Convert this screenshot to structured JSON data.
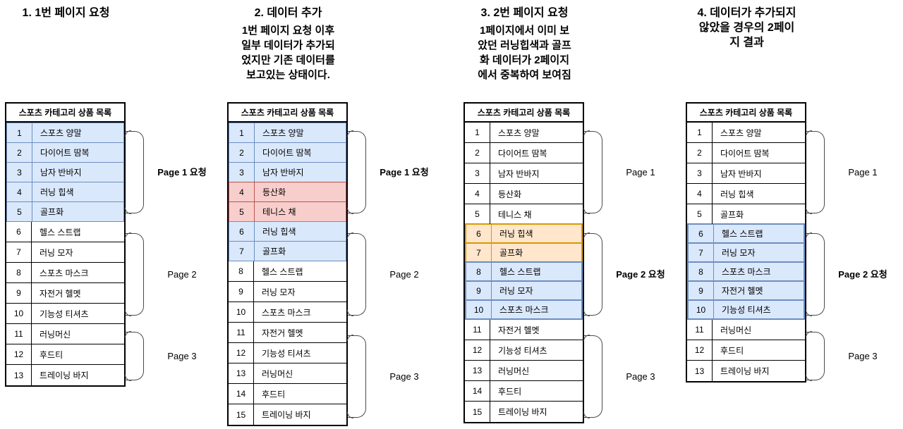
{
  "colors": {
    "background": "#ffffff",
    "table_border": "#000000",
    "bracket_line": "#4a4a4a",
    "blue_fill": "#dae8fc",
    "blue_border": "#6c8ebf",
    "red_fill": "#f8cecc",
    "red_border": "#b85450",
    "orange_fill": "#ffe6cc",
    "orange_border": "#d79b00"
  },
  "panels": [
    {
      "title": "1. 1번 페이지 요청",
      "subtitle": "",
      "table_header": "스포츠 카테고리 상품 목록",
      "rows": [
        {
          "no": "1",
          "item": "스포츠 양말",
          "highlight": "blue"
        },
        {
          "no": "2",
          "item": "다이어트 땀복",
          "highlight": "blue"
        },
        {
          "no": "3",
          "item": "남자 반바지",
          "highlight": "blue"
        },
        {
          "no": "4",
          "item": "러닝 힙색",
          "highlight": "blue"
        },
        {
          "no": "5",
          "item": "골프화",
          "highlight": "blue"
        },
        {
          "no": "6",
          "item": "헬스 스트랩",
          "highlight": ""
        },
        {
          "no": "7",
          "item": "러닝 모자",
          "highlight": ""
        },
        {
          "no": "8",
          "item": "스포츠 마스크",
          "highlight": ""
        },
        {
          "no": "9",
          "item": "자전거 헬멧",
          "highlight": ""
        },
        {
          "no": "10",
          "item": "기능성 티셔츠",
          "highlight": ""
        },
        {
          "no": "11",
          "item": "러닝머신",
          "highlight": ""
        },
        {
          "no": "12",
          "item": "후드티",
          "highlight": ""
        },
        {
          "no": "13",
          "item": "트레이닝 바지",
          "highlight": ""
        }
      ],
      "brackets": [
        {
          "label": "Page 1 요청",
          "bold": true,
          "start": 1,
          "end": 5
        },
        {
          "label": "Page 2",
          "bold": false,
          "start": 6,
          "end": 10
        },
        {
          "label": "Page 3",
          "bold": false,
          "start": 11,
          "end": 13
        }
      ]
    },
    {
      "title": "2. 데이터 추가",
      "subtitle": "1번 페이지 요청 이후\n일부 데이터가 추가되\n었지만 기존 데이터를\n보고있는 상태이다.",
      "table_header": "스포츠 카테고리 상품 목록",
      "rows": [
        {
          "no": "1",
          "item": "스포츠 양말",
          "highlight": "blue"
        },
        {
          "no": "2",
          "item": "다이어트 땀복",
          "highlight": "blue"
        },
        {
          "no": "3",
          "item": "남자 반바지",
          "highlight": "blue"
        },
        {
          "no": "4",
          "item": "등산화",
          "highlight": "red"
        },
        {
          "no": "5",
          "item": "테니스 채",
          "highlight": "red"
        },
        {
          "no": "6",
          "item": "러닝 힙색",
          "highlight": "blue"
        },
        {
          "no": "7",
          "item": "골프화",
          "highlight": "blue"
        },
        {
          "no": "8",
          "item": "헬스 스트랩",
          "highlight": ""
        },
        {
          "no": "9",
          "item": "러닝 모자",
          "highlight": ""
        },
        {
          "no": "10",
          "item": "스포츠 마스크",
          "highlight": ""
        },
        {
          "no": "11",
          "item": "자전거 헬멧",
          "highlight": ""
        },
        {
          "no": "12",
          "item": "기능성 티셔츠",
          "highlight": ""
        },
        {
          "no": "13",
          "item": "러닝머신",
          "highlight": ""
        },
        {
          "no": "14",
          "item": "후드티",
          "highlight": ""
        },
        {
          "no": "15",
          "item": "트레이닝 바지",
          "highlight": ""
        }
      ],
      "brackets": [
        {
          "label": "Page 1 요청",
          "bold": true,
          "start": 1,
          "end": 5
        },
        {
          "label": "Page 2",
          "bold": false,
          "start": 6,
          "end": 10
        },
        {
          "label": "Page 3",
          "bold": false,
          "start": 11,
          "end": 15
        }
      ]
    },
    {
      "title": "3. 2번 페이지 요청",
      "subtitle": "1페이지에서 이미 보\n았던 러닝힙색과 골프\n화 데이터가 2페이지\n에서 중복하여 보여짐",
      "table_header": "스포츠 카테고리 상품 목록",
      "rows": [
        {
          "no": "1",
          "item": "스포츠 양말",
          "highlight": ""
        },
        {
          "no": "2",
          "item": "다이어트 땀복",
          "highlight": ""
        },
        {
          "no": "3",
          "item": "남자 반바지",
          "highlight": ""
        },
        {
          "no": "4",
          "item": "등산화",
          "highlight": ""
        },
        {
          "no": "5",
          "item": "테니스 채",
          "highlight": ""
        },
        {
          "no": "6",
          "item": "러닝 힙색",
          "highlight": "orange"
        },
        {
          "no": "7",
          "item": "골프화",
          "highlight": "orange"
        },
        {
          "no": "8",
          "item": "헬스 스트랩",
          "highlight": "blue2"
        },
        {
          "no": "9",
          "item": "러닝 모자",
          "highlight": "blue2"
        },
        {
          "no": "10",
          "item": "스포츠 마스크",
          "highlight": "blue2"
        },
        {
          "no": "11",
          "item": "자전거 헬멧",
          "highlight": ""
        },
        {
          "no": "12",
          "item": "기능성 티셔츠",
          "highlight": ""
        },
        {
          "no": "13",
          "item": "러닝머신",
          "highlight": ""
        },
        {
          "no": "14",
          "item": "후드티",
          "highlight": ""
        },
        {
          "no": "15",
          "item": "트레이닝 바지",
          "highlight": ""
        }
      ],
      "brackets": [
        {
          "label": "Page 1",
          "bold": false,
          "start": 1,
          "end": 5
        },
        {
          "label": "Page 2 요청",
          "bold": true,
          "start": 6,
          "end": 10
        },
        {
          "label": "Page 3",
          "bold": false,
          "start": 11,
          "end": 15
        }
      ]
    },
    {
      "title": "4. 데이터가 추가되지\n않았을 경우의 2페이\n지 결과",
      "subtitle": "",
      "table_header": "스포츠 카테고리 상품 목록",
      "rows": [
        {
          "no": "1",
          "item": "스포츠 양말",
          "highlight": ""
        },
        {
          "no": "2",
          "item": "다이어트 땀복",
          "highlight": ""
        },
        {
          "no": "3",
          "item": "남자 반바지",
          "highlight": ""
        },
        {
          "no": "4",
          "item": "러닝 힙색",
          "highlight": ""
        },
        {
          "no": "5",
          "item": "골프화",
          "highlight": ""
        },
        {
          "no": "6",
          "item": "헬스 스트랩",
          "highlight": "blue2"
        },
        {
          "no": "7",
          "item": "러닝 모자",
          "highlight": "blue2"
        },
        {
          "no": "8",
          "item": "스포츠 마스크",
          "highlight": "blue2"
        },
        {
          "no": "9",
          "item": "자전거 헬멧",
          "highlight": "blue2"
        },
        {
          "no": "10",
          "item": "기능성 티셔츠",
          "highlight": "blue2"
        },
        {
          "no": "11",
          "item": "러닝머신",
          "highlight": ""
        },
        {
          "no": "12",
          "item": "후드티",
          "highlight": ""
        },
        {
          "no": "13",
          "item": "트레이닝 바지",
          "highlight": ""
        }
      ],
      "brackets": [
        {
          "label": "Page 1",
          "bold": false,
          "start": 1,
          "end": 5
        },
        {
          "label": "Page 2 요청",
          "bold": true,
          "start": 6,
          "end": 10
        },
        {
          "label": "Page 3",
          "bold": false,
          "start": 11,
          "end": 13
        }
      ]
    }
  ]
}
